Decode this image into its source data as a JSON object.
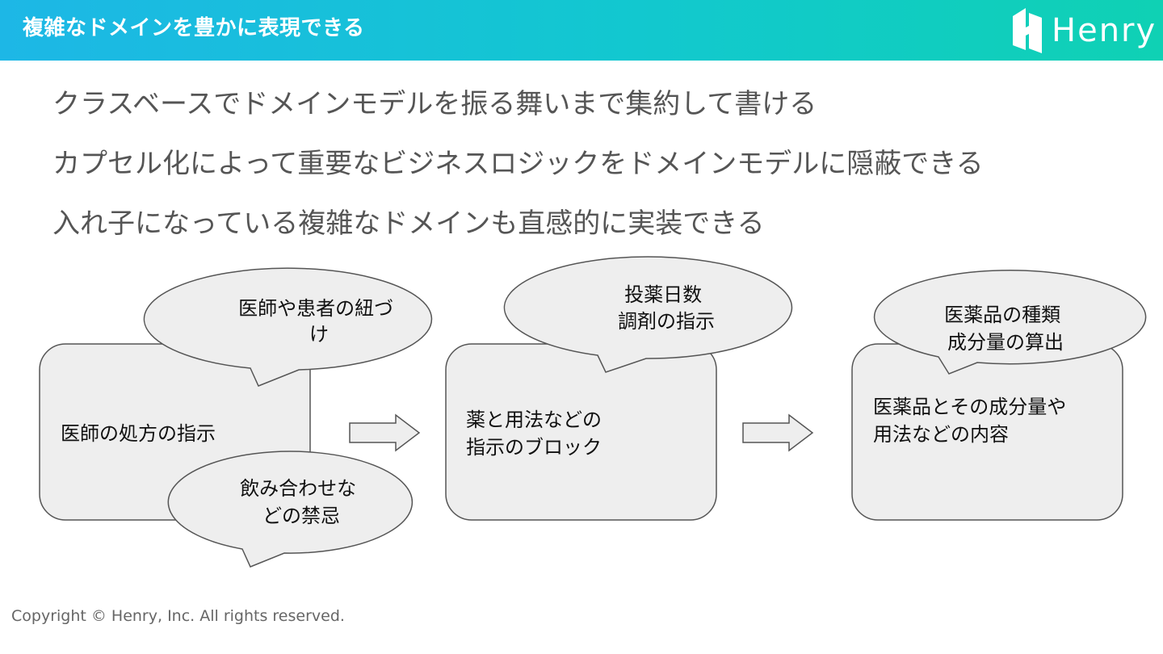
{
  "header": {
    "title": "複雑なドメインを豊かに表現できる",
    "logo_text": "Henry"
  },
  "bullets": [
    "クラスベースでドメインモデルを振る舞いまで集約して書ける",
    "カプセル化によって重要なビジネスロジックをドメインモデルに隠蔽できる",
    "入れ子になっている複雑なドメインも直感的に実装できる"
  ],
  "diagram": {
    "boxes": [
      {
        "lines": [
          "医師の処方の指示"
        ]
      },
      {
        "lines": [
          "薬と用法などの",
          "指示のブロック"
        ]
      },
      {
        "lines": [
          "医薬品とその成分量や",
          "用法などの内容"
        ]
      }
    ],
    "bubbles": [
      {
        "lines": [
          "医師や患者の紐づ",
          "け"
        ]
      },
      {
        "lines": [
          "飲み合わせな",
          "どの禁忌"
        ]
      },
      {
        "lines": [
          "投薬日数",
          "調剤の指示"
        ]
      },
      {
        "lines": [
          "医薬品の種類",
          "成分量の算出"
        ]
      }
    ],
    "colors": {
      "fill": "#eeeeee",
      "stroke": "#555555"
    }
  },
  "footer": {
    "copyright": "Copyright © Henry, Inc. All rights reserved."
  }
}
